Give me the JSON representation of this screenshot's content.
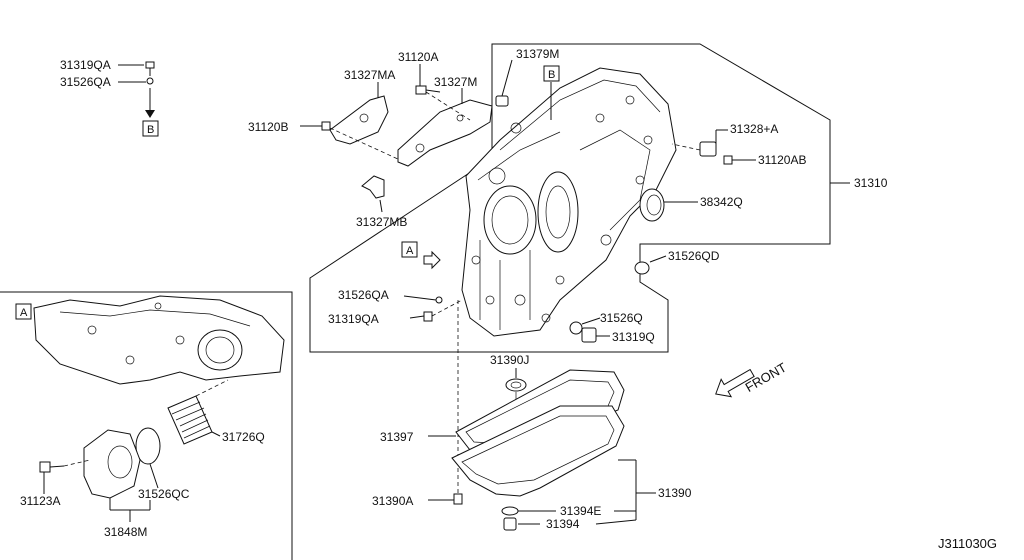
{
  "diagram_id": "J311030G",
  "labels": {
    "p31319QA_top": "31319QA",
    "p31526QA_top": "31526QA",
    "callout_B_top": "B",
    "p31120B": "31120B",
    "p31327MA": "31327MA",
    "p31120A": "31120A",
    "p31327M": "31327M",
    "p31327MB": "31327MB",
    "p31379M": "31379M",
    "callout_B_case": "B",
    "p31328A": "31328+A",
    "p31120AB": "31120AB",
    "p31310": "31310",
    "p38342Q": "38342Q",
    "p31526QD": "31526QD",
    "callout_A_main": "A",
    "p31526QA_mid": "31526QA",
    "p31319QA_mid": "31319QA",
    "p31526Q": "31526Q",
    "p31319Q": "31319Q",
    "p31390J": "31390J",
    "p31397": "31397",
    "p31390": "31390",
    "p31390A": "31390A",
    "p31394E": "31394E",
    "p31394": "31394",
    "front": "FRONT",
    "callout_A_inset": "A",
    "p31726Q": "31726Q",
    "p31123A": "31123A",
    "p31526QC": "31526QC",
    "p31848M": "31848M"
  },
  "icons": {
    "front_arrow": "front-arrow-icon"
  }
}
